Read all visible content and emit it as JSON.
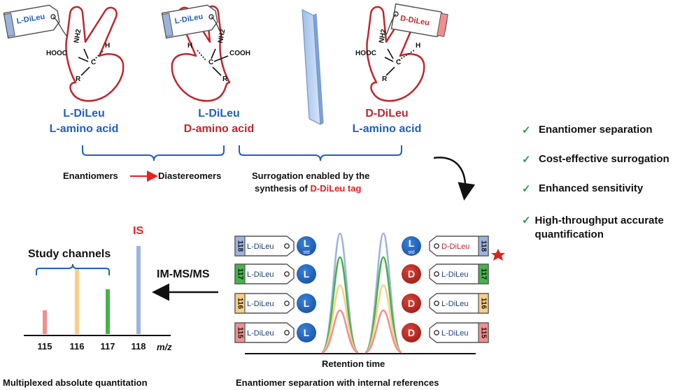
{
  "top_panels": [
    {
      "tag": "L-DiLeu",
      "hand_groups": [
        "NH2",
        "HOOC",
        "H",
        "C",
        "R"
      ],
      "tag_line": "L-DiLeu",
      "acid_line": "L-amino acid"
    },
    {
      "tag": "L-DiLeu",
      "hand_groups": [
        "NH2",
        "H",
        "COOH",
        "C",
        "R"
      ],
      "tag_line": "L-DiLeu",
      "acid_line": "D-amino acid"
    },
    {
      "tag": "D-DiLeu",
      "hand_groups": [
        "NH2",
        "HOOC",
        "H",
        "C",
        "R"
      ],
      "tag_line": "D-DiLeu",
      "acid_line": "L-amino acid"
    }
  ],
  "enantiomers_text": "Enantiomers",
  "diastereomers_text": "Diastereomers",
  "surrogation_line1": "Surrogation enabled by the",
  "surrogation_line2_prefix": "synthesis of ",
  "surrogation_line2_highlight": "D-DiLeu tag",
  "benefits": [
    "Enantiomer separation",
    "Cost-effective surrogation",
    "Enhanced sensitivity",
    "High-throughput accurate quantification"
  ],
  "check_symbol": "✓",
  "spectrum": {
    "is_label": "IS",
    "study_channels_label": "Study channels",
    "arrow_label": "IM-MS/MS",
    "mz_label": "m/z",
    "caption": "Multiplexed absolute quantitation"
  },
  "chart_data": {
    "type": "bar",
    "categories": [
      "115",
      "116",
      "117",
      "118"
    ],
    "values": [
      0.27,
      0.75,
      0.51,
      1.0
    ],
    "colors": [
      "#f28e8e",
      "#f9cf86",
      "#44b449",
      "#9db3df"
    ],
    "ylim": [
      0,
      1.05
    ]
  },
  "separation": {
    "left_tags": [
      {
        "channel": "118",
        "tag": "L-DiLeu",
        "color": "#9db3df",
        "ball": "L",
        "ball_sub": "std"
      },
      {
        "channel": "117",
        "tag": "L-DiLeu",
        "color": "#44b449",
        "ball": "L",
        "ball_sub": ""
      },
      {
        "channel": "116",
        "tag": "L-DiLeu",
        "color": "#f9cf86",
        "ball": "L",
        "ball_sub": ""
      },
      {
        "channel": "115",
        "tag": "L-DiLeu",
        "color": "#f28e8e",
        "ball": "L",
        "ball_sub": ""
      }
    ],
    "right_tags": [
      {
        "channel": "118",
        "tag": "D-DiLeu",
        "color": "#9db3df",
        "ball": "L",
        "ball_sub": "std"
      },
      {
        "channel": "117",
        "tag": "L-DiLeu",
        "color": "#44b449",
        "ball": "D",
        "ball_sub": ""
      },
      {
        "channel": "116",
        "tag": "L-DiLeu",
        "color": "#f9cf86",
        "ball": "D",
        "ball_sub": ""
      },
      {
        "channel": "115",
        "tag": "L-DiLeu",
        "color": "#f28e8e",
        "ball": "D",
        "ball_sub": ""
      }
    ],
    "axis_label": "Retention time",
    "caption": "Enantiomer separation with internal references"
  }
}
